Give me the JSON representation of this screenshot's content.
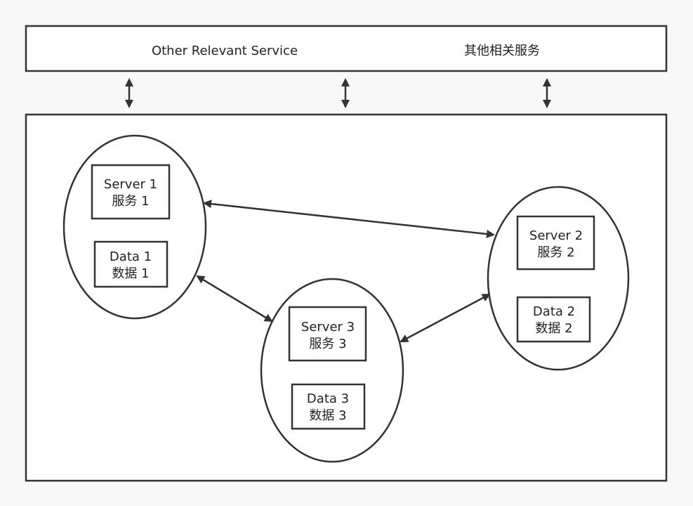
{
  "top_service": {
    "label_en": "Other Relevant Service",
    "label_zh": "其他相关服务"
  },
  "nodes": [
    {
      "server_line1": "Server 1",
      "server_line2": "服务 1",
      "data_line1": "Data 1",
      "data_line2": "数据 1"
    },
    {
      "server_line1": "Server 2",
      "server_line2": "服务 2",
      "data_line1": "Data 2",
      "data_line2": "数据 2"
    },
    {
      "server_line1": "Server 3",
      "server_line2": "服务 3",
      "data_line1": "Data 3",
      "data_line2": "数据 3"
    }
  ],
  "colors": {
    "stroke": "#333333",
    "text": "#222222",
    "box_fill": "#ffffff",
    "background": "#f8f8f8"
  }
}
